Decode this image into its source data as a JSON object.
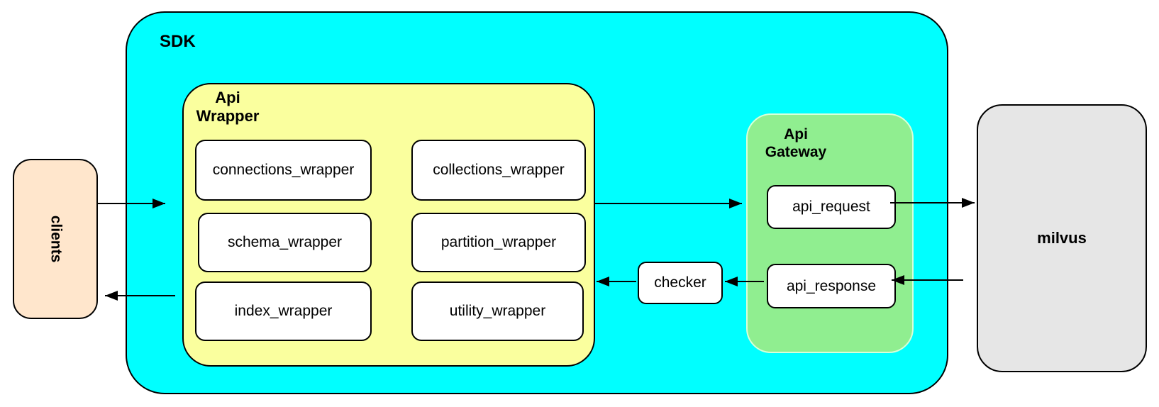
{
  "containers": {
    "sdk": {
      "title": "SDK",
      "fill": "#00FFFF"
    },
    "api_wrapper": {
      "title": "Api\nWrapper",
      "fill": "#FAFF9E",
      "boxes": [
        {
          "label": "connections_wrapper"
        },
        {
          "label": "collections_wrapper"
        },
        {
          "label": "schema_wrapper"
        },
        {
          "label": "partition_wrapper"
        },
        {
          "label": "index_wrapper"
        },
        {
          "label": "utility_wrapper"
        }
      ]
    },
    "api_gateway": {
      "title": "Api\nGateway",
      "fill": "#90EE90",
      "boxes": [
        {
          "label": "api_request"
        },
        {
          "label": "api_response"
        }
      ]
    }
  },
  "nodes": {
    "clients": {
      "label": "clients",
      "fill": "#FFE6CC"
    },
    "checker": {
      "label": "checker",
      "fill": "#FFFFFF"
    },
    "milvus": {
      "label": "milvus",
      "fill": "#E6E6E6"
    }
  },
  "edges": [
    {
      "from": "clients",
      "to": "api_wrapper",
      "direction": "right"
    },
    {
      "from": "api_wrapper",
      "to": "clients",
      "direction": "left"
    },
    {
      "from": "api_wrapper",
      "to": "api_gateway",
      "direction": "right"
    },
    {
      "from": "api_request",
      "to": "milvus",
      "direction": "right"
    },
    {
      "from": "milvus",
      "to": "api_response",
      "direction": "left"
    },
    {
      "from": "api_response",
      "to": "checker",
      "direction": "left"
    },
    {
      "from": "checker",
      "to": "api_wrapper",
      "direction": "left"
    }
  ],
  "colors": {
    "line": "#000000",
    "node_fill": "#FFFFFF",
    "background": "#FFFFFF"
  }
}
